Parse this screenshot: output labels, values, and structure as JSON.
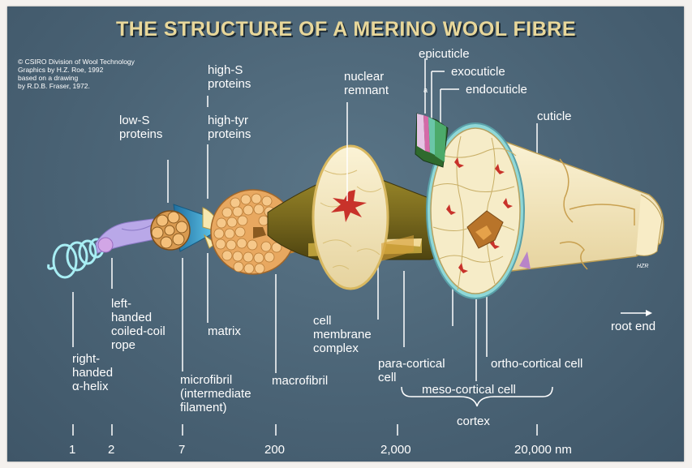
{
  "title": "THE STRUCTURE OF A MERINO WOOL FIBRE",
  "credit": [
    "© CSIRO Division of Wool Technology",
    "Graphics by H.Z. Roe, 1992",
    "based on a drawing",
    "by R.D.B. Fraser, 1972."
  ],
  "labels": {
    "epicuticle": "epicuticle",
    "exocuticle": "exocuticle",
    "endocuticle": "endocuticle",
    "cuticle": "cuticle",
    "nuclear_remnant": [
      "nuclear",
      "remnant"
    ],
    "high_s": [
      "high-S",
      "proteins"
    ],
    "high_tyr": [
      "high-tyr",
      "proteins"
    ],
    "low_s": [
      "low-S",
      "proteins"
    ],
    "left_handed": [
      "left-",
      "handed",
      "coiled-coil",
      "rope"
    ],
    "right_handed": [
      "right-",
      "handed",
      "α-helix"
    ],
    "matrix": "matrix",
    "microfibril": [
      "microfibril",
      "(intermediate",
      "filament)"
    ],
    "macrofibril": "macrofibril",
    "cell_membrane": [
      "cell",
      "membrane",
      "complex"
    ],
    "para_cortical": [
      "para-cortical",
      "cell"
    ],
    "meso_cortical": "meso-cortical cell",
    "ortho_cortical": "ortho-cortical cell",
    "cortex": "cortex",
    "root_end": "root end",
    "a_mark": "a",
    "signature": "HZR"
  },
  "scale": [
    "1",
    "2",
    "7",
    "200",
    "2,000",
    "20,000 nm"
  ],
  "colors": {
    "background": "#4a6375",
    "title": "#e8d79a",
    "fibre_cream": "#f3e7c0",
    "cell_red": "#c8322a",
    "helix": "#9ee6ee",
    "rope": "#b7a6e6",
    "microfibril_blue": "#2f98c6",
    "macrofibril_orange": "#f0b068",
    "cell_olive": "#7a6a1e"
  }
}
